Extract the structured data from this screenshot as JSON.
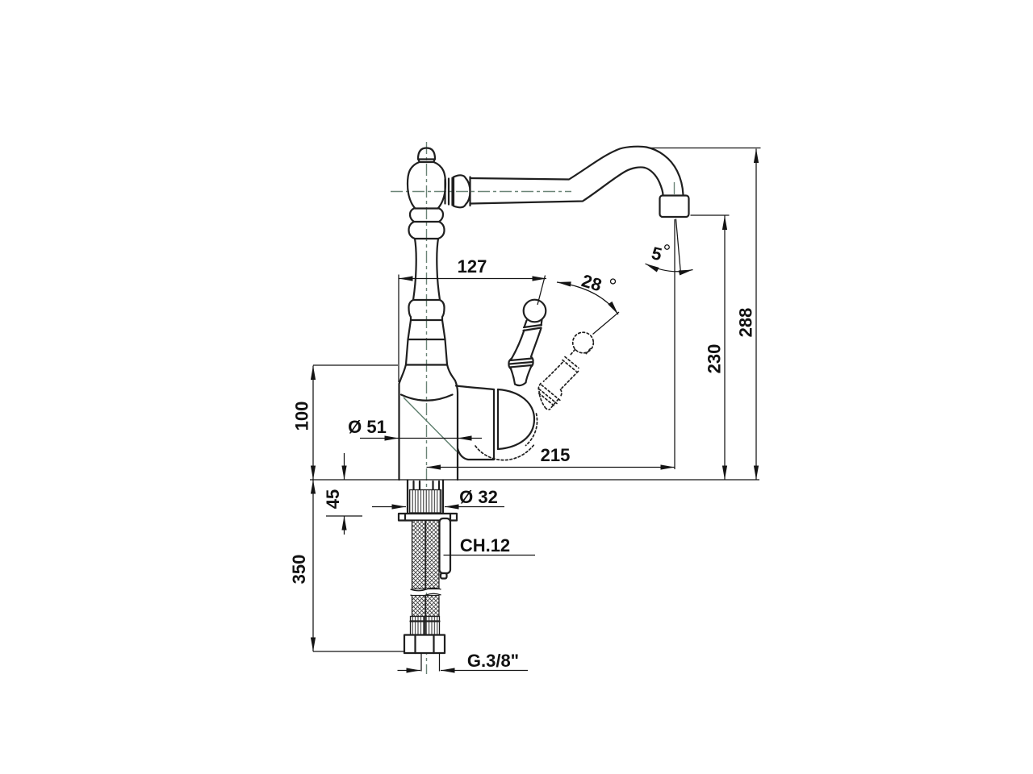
{
  "drawing": {
    "title": "Single-lever kitchen sink mixer with swivel spout - dimensional drawing",
    "units": "mm",
    "colors": {
      "background": "#ffffff",
      "object_line": "#1f1f1f",
      "dimension_line": "#141414",
      "centerline": "#6b8577"
    },
    "labels": {
      "spout_pivot_offset": "127",
      "handle_swing_angle": "28",
      "handle_swing_angle_unit": "°",
      "spray_angle": "5",
      "spray_angle_unit": "°",
      "total_height": "288",
      "spout_outlet_height": "230",
      "body_height_above_deck": "100",
      "deck_clamp_thickness": "45",
      "hose_drop_length": "350",
      "body_diameter": "Ø 51",
      "spout_reach": "215",
      "mounting_hole_diameter": "Ø 32",
      "hose_hex_wrench": "CH.12",
      "supply_thread": "G.3/8\""
    }
  }
}
